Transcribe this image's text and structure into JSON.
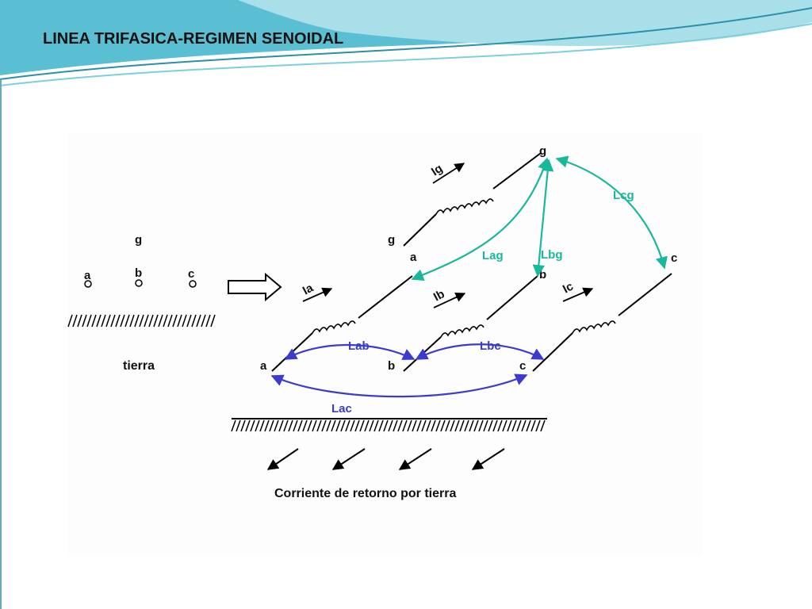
{
  "slide": {
    "title": "LINEA TRIFASICA-REGIMEN SENOIDAL"
  },
  "colors": {
    "header_teal": "#5bbfd3",
    "header_light": "#a9dfe9",
    "mutual_blue": "#3b3bd0",
    "ground_green": "#19b89a",
    "ink": "#111111"
  },
  "cross_section": {
    "conductor_labels": [
      "g",
      "a",
      "b",
      "c"
    ],
    "ground_label": "tierra"
  },
  "line_model": {
    "node_labels": {
      "g_top": "g",
      "g_left": "g",
      "a_far": "a",
      "b_far": "b",
      "c_far": "c",
      "a_near": "a",
      "b_near": "b",
      "c_near": "c"
    },
    "current_labels": [
      "Ig",
      "Ia",
      "Ib",
      "Ic"
    ],
    "mutual_inductances_phase": [
      "Lab",
      "Lbc",
      "Lac"
    ],
    "mutual_inductances_ground": [
      "Lag",
      "Lbg",
      "Lcg"
    ],
    "ground_return_caption": "Corriente de retorno por tierra"
  }
}
